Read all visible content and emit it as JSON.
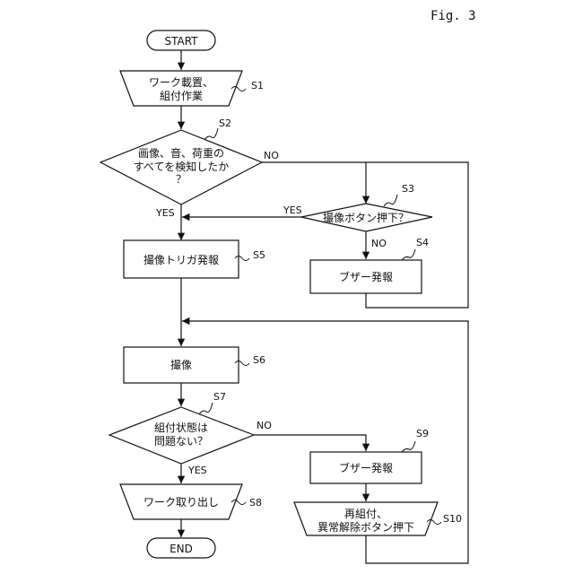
{
  "figure_label": "Fig. 3",
  "nodes": {
    "start": "START",
    "work_place": [
      "ワーク載置、",
      "組付作業"
    ],
    "detect_all": [
      "画像、音、荷重の",
      "すべてを検知したか",
      "？"
    ],
    "capture_button": "撮像ボタン押下？",
    "buzzer_1": "ブザー発報",
    "capture_trigger": "撮像トリガ発報",
    "capture": "撮像",
    "assembly_ok": [
      "組付状態は",
      "問題ない？"
    ],
    "buzzer_2": "ブザー発報",
    "reassemble": [
      "再組付、",
      "異常解除ボタン押下"
    ],
    "work_remove": "ワーク取り出し",
    "end": "END"
  },
  "steps": {
    "s1": "S1",
    "s2": "S2",
    "s3": "S3",
    "s4": "S4",
    "s5": "S5",
    "s6": "S6",
    "s7": "S7",
    "s8": "S8",
    "s9": "S9",
    "s10": "S10"
  },
  "edges": {
    "s2_yes": "YES",
    "s2_no": "NO",
    "s3_yes": "YES",
    "s3_no": "NO",
    "s7_yes": "YES",
    "s7_no": "NO"
  }
}
